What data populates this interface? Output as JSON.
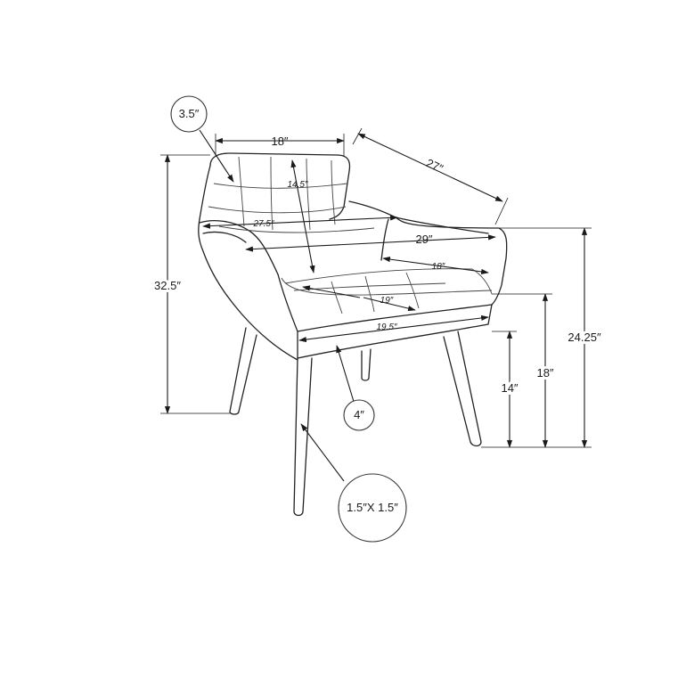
{
  "dimensions": {
    "arm_width": "3.5″",
    "back_width": "18″",
    "depth": "27″",
    "back_height": "14.5″",
    "inner_width": "27.5″",
    "overall_width": "29″",
    "seat_depth": "18″",
    "seat_front_depth": "19″",
    "seat_width": "19.5″",
    "overall_height": "32.5″",
    "arm_height": "24.25″",
    "seat_height": "18″",
    "leg_clearance": "14″",
    "seat_thickness": "4″",
    "leg_size": "1.5″X 1.5″"
  }
}
